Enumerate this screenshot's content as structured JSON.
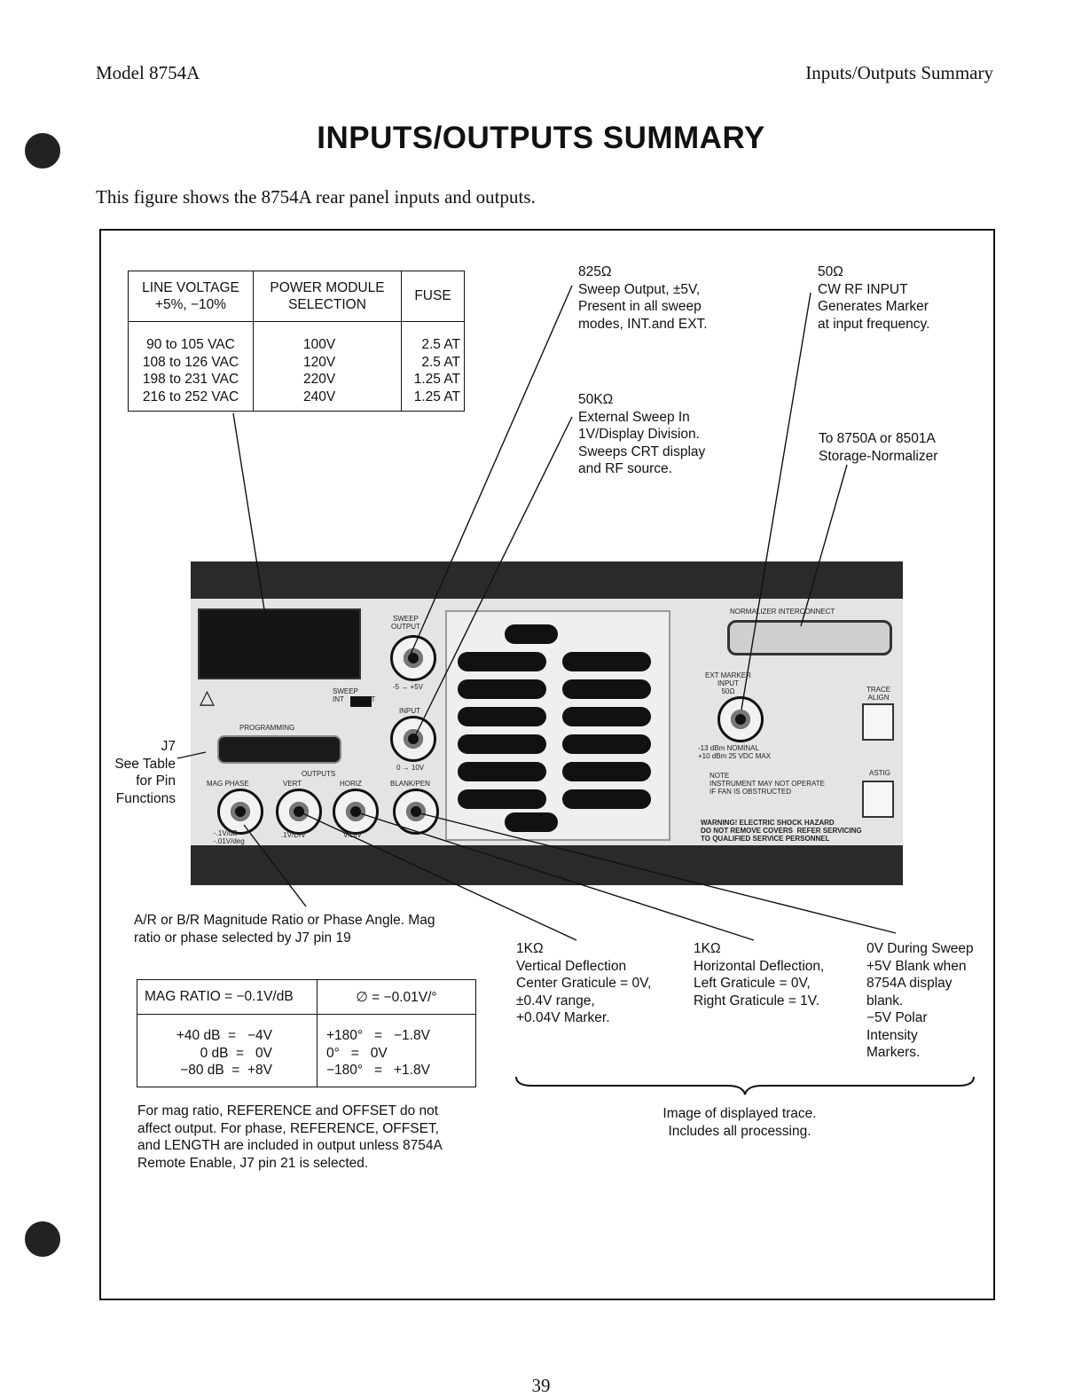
{
  "header": {
    "left": "Model 8754A",
    "right": "Inputs/Outputs Summary"
  },
  "title": "INPUTS/OUTPUTS SUMMARY",
  "intro": "This figure shows the 8754A rear panel inputs and outputs.",
  "line_voltage_table": {
    "headers": [
      "LINE VOLTAGE\n+5%, −10%",
      "POWER MODULE\nSELECTION",
      "FUSE"
    ],
    "columns": [
      "90 to 105 VAC\n108 to 126 VAC\n198 to 231 VAC\n216 to 252 VAC",
      "100V\n120V\n220V\n240V",
      "2.5 AT\n2.5 AT\n1.25 AT\n1.25 AT"
    ]
  },
  "callouts": {
    "sweep_output": "825Ω\nSweep Output, ±5V,\nPresent in all sweep\nmodes, INT.and EXT.",
    "ext_sweep_in": "50KΩ\nExternal Sweep In\n1V/Display Division.\nSweeps CRT display\nand RF source.",
    "cw_rf_input": "50Ω\nCW RF INPUT\nGenerates Marker\nat input frequency.",
    "normalizer": "To  8750A  or  8501A\nStorage-Normalizer",
    "j7": "J7\nSee Table\nfor Pin\nFunctions",
    "mag_phase": "A/R  or  B/R  Magnitude  Ratio  or  Phase  Angle.  Mag\nratio or phase selected by J7 pin 19",
    "vertical": "1KΩ\nVertical Deflection\nCenter Graticule = 0V,\n±0.4V range,\n+0.04V Marker.",
    "horizontal": "1KΩ\nHorizontal Deflection,\nLeft Graticule = 0V,\nRight Graticule = 1V.",
    "blank": "0V During Sweep\n+5V Blank when\n8754A display\nblank.\n−5V Polar\nIntensity\nMarkers.",
    "trace_note": "Image of displayed trace.\nIncludes all processing.",
    "footnote": "For  mag  ratio,  REFERENCE  and  OFFSET  do  not\naffect  output.  For  phase,  REFERENCE,  OFFSET,\nand  LENGTH  are  included  in  output  unless  8754A\nRemote Enable, J7 pin 21 is selected."
  },
  "mag_table": {
    "headers": [
      "MAG RATIO = −0.1V/dB",
      "∅ = −0.01V/°"
    ],
    "col1": "+40 dB  =   −4V\n0 dB  =   0V\n−80 dB  =  +8V",
    "col2": "+180°   =   −1.8V\n0°   =   0V\n−180°   =   +1.8V"
  },
  "panel": {
    "sweep_output": "SWEEP\nOUTPUT",
    "sweep_range": "-5 → +5V",
    "sweep_switch": "SWEEP\nINT         EXT",
    "input": "INPUT",
    "input_range": "0 → 10V",
    "programming": "PROGRAMMING",
    "outputs": "OUTPUTS",
    "mag_phase": "MAG PHASE",
    "vert": "VERT",
    "horiz": "HORIZ",
    "blank_pen": "BLANK/PEN",
    "mag_scale": "-.1V/dB\n-.01V/deg",
    "vert_scale": ".1V/DIV",
    "horiz_scale": "V/DIV",
    "normalizer": "NORMALIZER INTERCONNECT",
    "ext_marker": "EXT MARKER\nINPUT\n50Ω",
    "marker_level": "-13 dBm NOMINAL\n+10 dBm 25 VDC MAX",
    "trace_align": "TRACE\nALIGN",
    "astig": "ASTIG",
    "note": "NOTE\nINSTRUMENT MAY NOT OPERATE\nIF FAN IS OBSTRUCTED",
    "warning": "WARNING! ELECTRIC SHOCK HAZARD\nDO NOT REMOVE COVERS  REFER SERVICING\nTO QUALIFIED SERVICE PERSONNEL"
  },
  "page_number": "39"
}
